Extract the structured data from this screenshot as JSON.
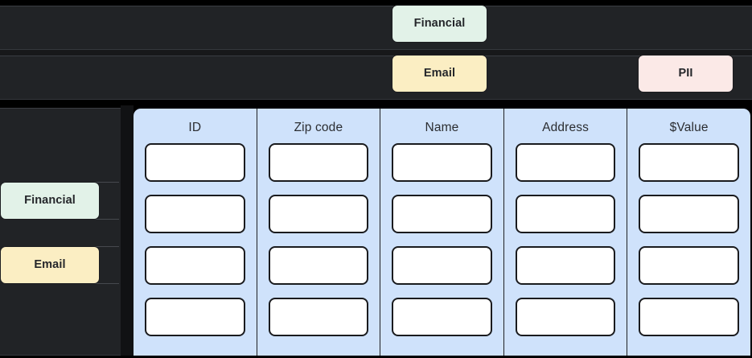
{
  "tag_rows": [
    {
      "row_name": "financial-row",
      "chips": [
        {
          "label": "Financial",
          "color": "#e2f2e8"
        }
      ]
    },
    {
      "row_name": "email-pii-row",
      "chips": [
        {
          "label": "Email",
          "color": "#fbeec3"
        },
        {
          "label": "PII",
          "color": "#fbe9e7"
        }
      ]
    }
  ],
  "sidebar": {
    "items": [
      {
        "label": "Financial",
        "color": "#e2f2e8"
      },
      {
        "label": "Email",
        "color": "#fbeec3"
      }
    ]
  },
  "table": {
    "panel_color": "#cfe2fb",
    "columns": [
      {
        "header": "ID",
        "cells": [
          "",
          "",
          "",
          ""
        ]
      },
      {
        "header": "Zip code",
        "cells": [
          "",
          "",
          "",
          ""
        ]
      },
      {
        "header": "Name",
        "cells": [
          "",
          "",
          "",
          ""
        ]
      },
      {
        "header": "Address",
        "cells": [
          "",
          "",
          "",
          ""
        ]
      },
      {
        "header": "$Value",
        "cells": [
          "",
          "",
          "",
          ""
        ]
      }
    ]
  }
}
